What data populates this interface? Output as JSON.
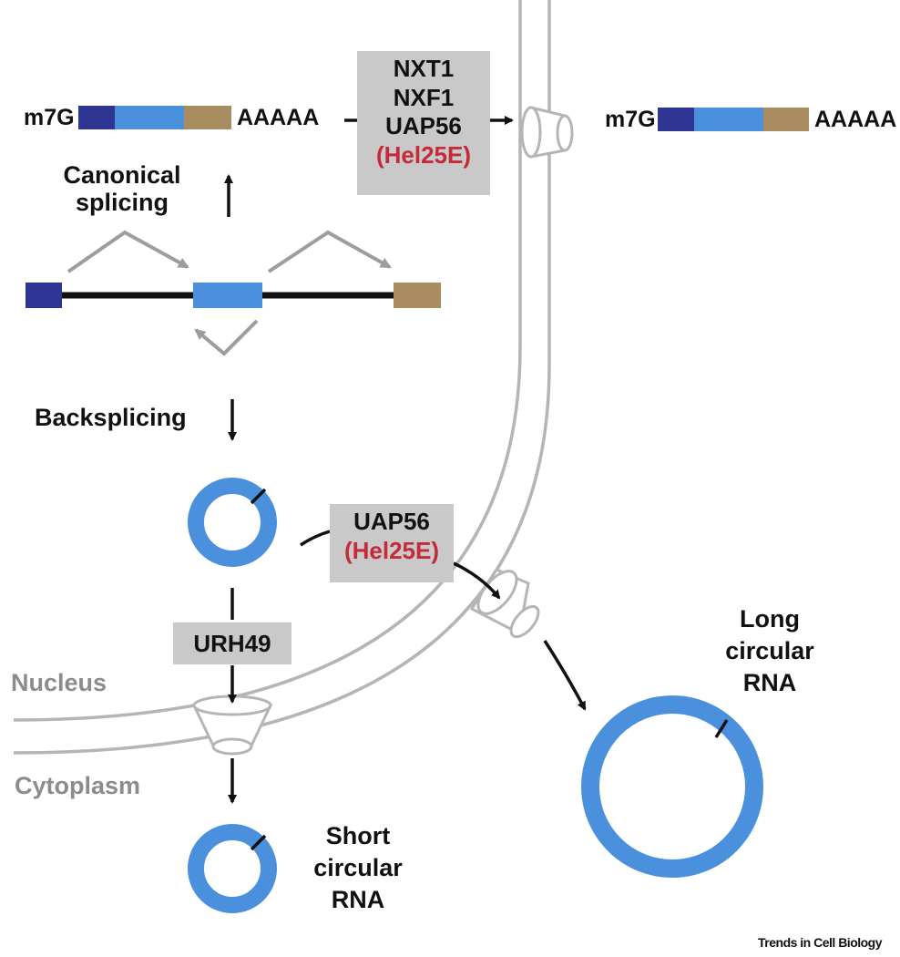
{
  "mrna": {
    "cap": "m7G",
    "tail": "AAAAA"
  },
  "labels": {
    "canonical_line1": "Canonical",
    "canonical_line2": "splicing",
    "backsplicing": "Backsplicing",
    "nucleus": "Nucleus",
    "cytoplasm": "Cytoplasm",
    "long_line1": "Long",
    "long_line2": "circular",
    "long_line3": "RNA",
    "short_line1": "Short",
    "short_line2": "circular",
    "short_line3": "RNA"
  },
  "export_factors_mrna": [
    "NXT1",
    "NXF1",
    "UAP56",
    "(Hel25E)"
  ],
  "export_factors_long": [
    "UAP56",
    "(Hel25E)"
  ],
  "export_factors_short": [
    "URH49"
  ],
  "credit": "Trends in Cell Biology",
  "colors": {
    "exon1": "#2e3592",
    "exon2": "#4a90dc",
    "exon3": "#a88b5e",
    "circ_rna": "#4a90dc",
    "drosophila_red": "#c42a38",
    "membrane": "#b5b5b5",
    "factor_box": "#c9c9c9"
  }
}
